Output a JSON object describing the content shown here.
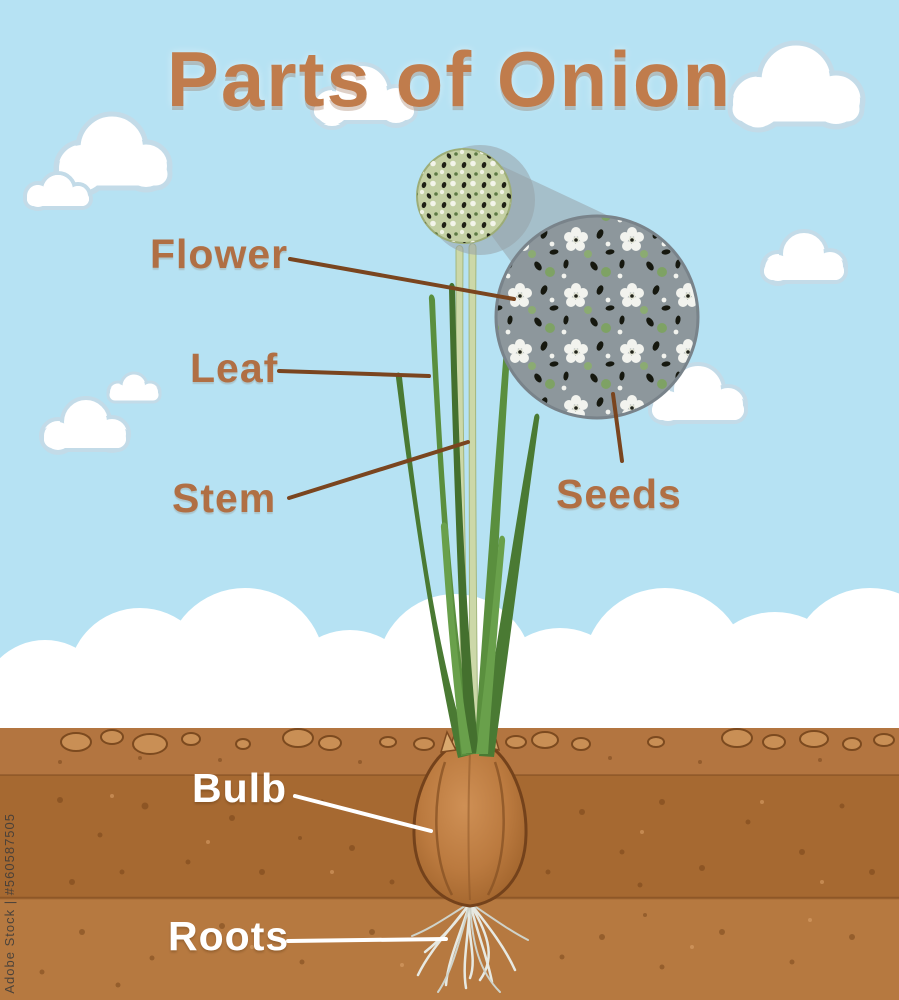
{
  "title": "Parts of Onion",
  "parts": {
    "flower": "Flower",
    "leaf": "Leaf",
    "stem": "Stem",
    "seeds": "Seeds",
    "bulb": "Bulb",
    "roots": "Roots"
  },
  "watermark": "Adobe Stock | #560587505",
  "colors": {
    "sky": "#b6e2f3",
    "title_text": "#c07c4c",
    "label_text": "#b06f44",
    "label_text_light": "#ffffff",
    "leader_line_brown": "#7a451f",
    "leader_line_white": "#ffffff",
    "soil_top": "#b37540",
    "soil_mid": "#a66931",
    "soil_bottom": "#b67940",
    "leaf_green": "#568a3a",
    "bulb_brown": "#bb7a3f",
    "flower_head": "#c4d0a4",
    "magnifier_gray": "#8d979c",
    "cloud_white": "#ffffff"
  }
}
